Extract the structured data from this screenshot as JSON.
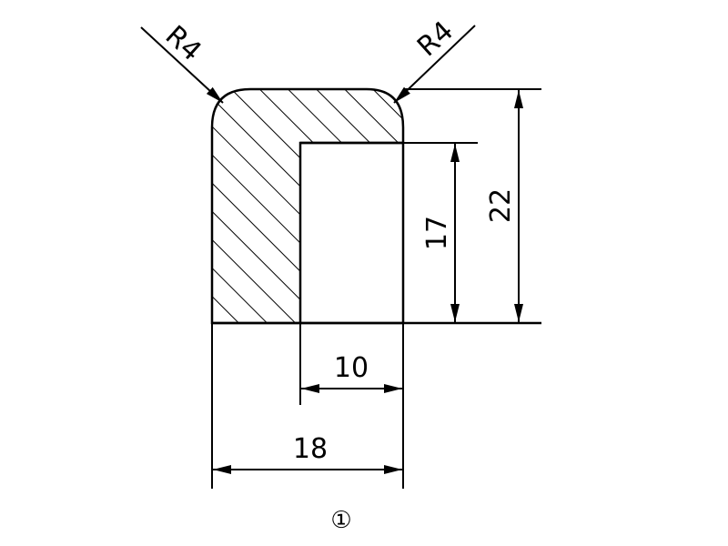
{
  "drawing": {
    "radius_left_label": "R4",
    "radius_right_label": "R4",
    "dim_total_height": "22",
    "dim_inner_height": "17",
    "dim_inner_width": "10",
    "dim_total_width": "18",
    "figure_index": "①"
  },
  "colors": {
    "line": "#000000",
    "background": "#ffffff"
  }
}
